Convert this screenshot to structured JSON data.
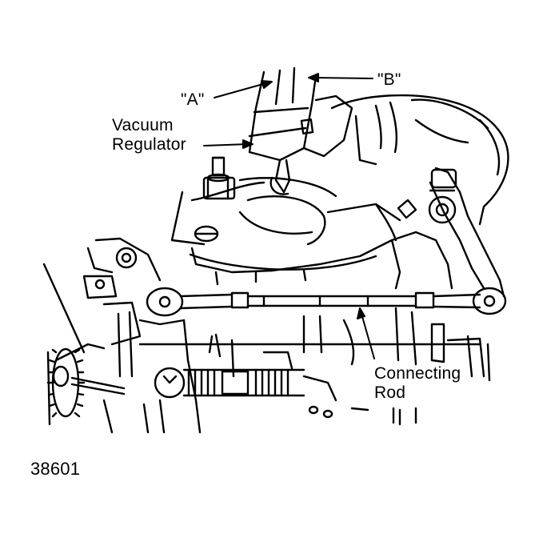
{
  "figure_number": "38601",
  "callouts": {
    "a": "\"A\"",
    "b": "\"B\"",
    "vacuum_regulator": [
      "Vacuum",
      "Regulator"
    ],
    "connecting_rod": [
      "Connecting",
      "Rod"
    ]
  },
  "colors": {
    "ink": "#000000",
    "paper": "#ffffff"
  }
}
